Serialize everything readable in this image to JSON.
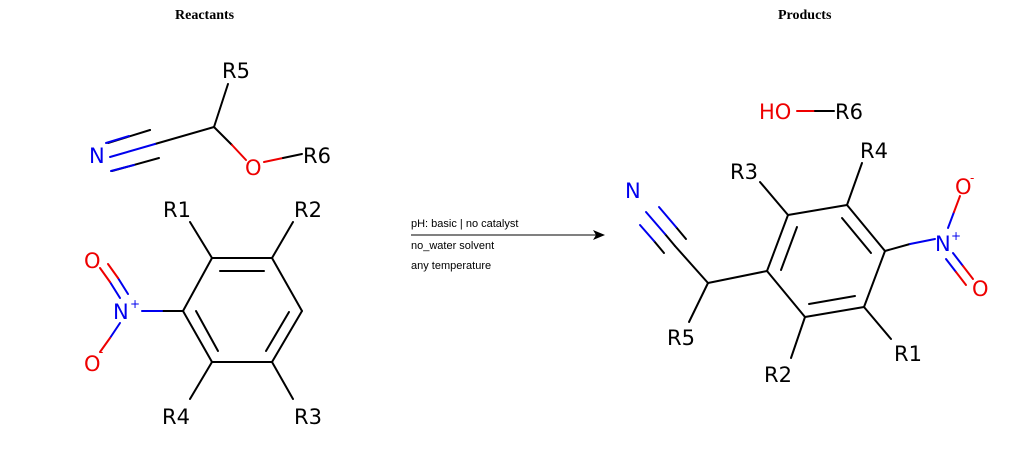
{
  "headings": {
    "reactants": "Reactants",
    "products": "Products"
  },
  "conditions": {
    "ph": "pH: basic | no catalyst",
    "solvent": "no_water solvent",
    "temperature": "any temperature"
  },
  "atoms": {
    "nitrogen": "N",
    "oxygen": "O",
    "hydroxyl_h": "HO",
    "plus": "+",
    "minus": "-",
    "r1": "R1",
    "r2": "R2",
    "r3": "R3",
    "r4": "R4",
    "r5": "R5",
    "r6": "R6"
  },
  "colors": {
    "bond": "#000000",
    "nitrogen": "#0000ee",
    "oxygen": "#ee0000"
  }
}
